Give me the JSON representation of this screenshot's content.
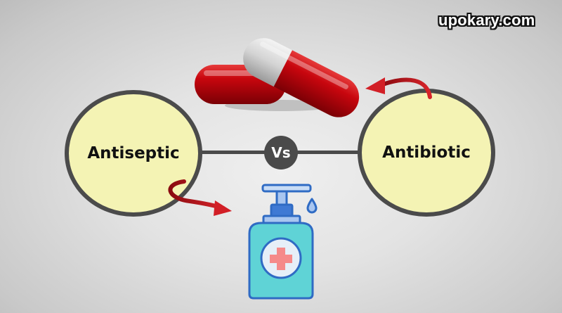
{
  "watermark": "upokary.com",
  "diagram": {
    "left_node": {
      "label": "Antiseptic",
      "fill": "#f4f3b4",
      "stroke": "#4b4b4b"
    },
    "right_node": {
      "label": "Antibiotic",
      "fill": "#f4f3b4",
      "stroke": "#4b4b4b"
    },
    "center_badge": {
      "label": "Vs",
      "fill": "#4a4a4a"
    },
    "icons": {
      "top": "capsule-pills-icon",
      "bottom": "hand-sanitizer-bottle-icon",
      "arrows": [
        "curved-arrow-left-icon",
        "curved-arrow-right-icon"
      ]
    },
    "colors": {
      "arrow": "#c0141c",
      "capsule_red": "#c4040c",
      "capsule_white": "#d8d8d8",
      "bottle": "#5fd3d6",
      "bottle_outline": "#2f6bc4",
      "cross": "#f58a8a"
    }
  }
}
